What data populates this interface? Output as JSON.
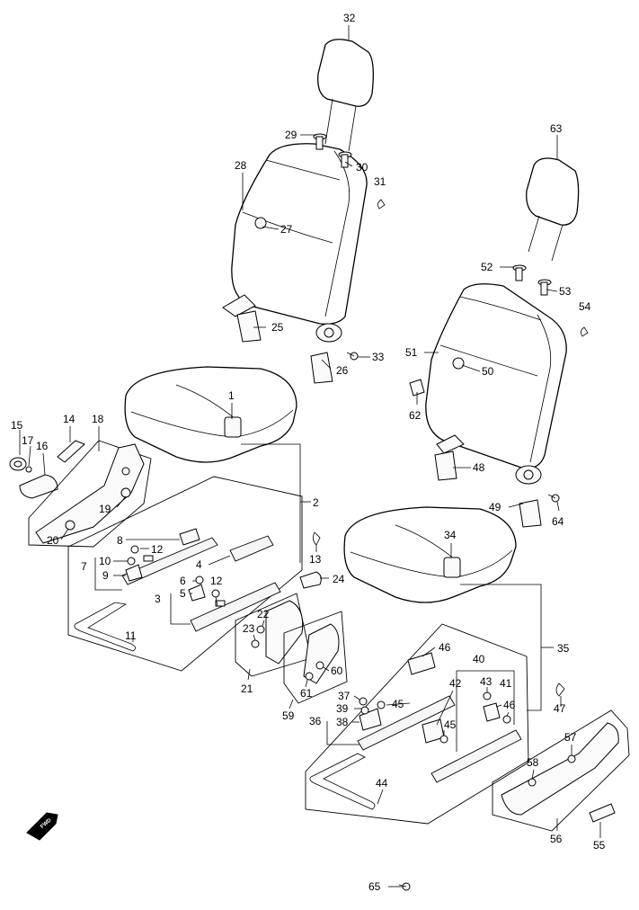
{
  "diagram": {
    "callouts": {
      "c1": "1",
      "c2": "2",
      "c3": "3",
      "c4": "4",
      "c5": "5",
      "c6": "6",
      "c7": "7",
      "c8": "8",
      "c9": "9",
      "c10": "10",
      "c11": "11",
      "c12a": "12",
      "c12b": "12",
      "c13": "13",
      "c14": "14",
      "c15": "15",
      "c16": "16",
      "c17": "17",
      "c18": "18",
      "c19": "19",
      "c20": "20",
      "c21": "21",
      "c22": "22",
      "c23": "23",
      "c24": "24",
      "c25": "25",
      "c26": "26",
      "c27": "27",
      "c28": "28",
      "c29": "29",
      "c30": "30",
      "c31": "31",
      "c32": "32",
      "c33": "33",
      "c34": "34",
      "c35": "35",
      "c36": "36",
      "c37": "37",
      "c38": "38",
      "c39": "39",
      "c40": "40",
      "c41": "41",
      "c42": "42",
      "c43": "43",
      "c44": "44",
      "c45a": "45",
      "c45b": "45",
      "c46a": "46",
      "c46b": "46",
      "c47": "47",
      "c48": "48",
      "c49": "49",
      "c50": "50",
      "c51": "51",
      "c52": "52",
      "c53": "53",
      "c54": "54",
      "c55": "55",
      "c56": "56",
      "c57": "57",
      "c58": "58",
      "c59": "59",
      "c60": "60",
      "c61": "61",
      "c62": "62",
      "c63": "63",
      "c64": "64",
      "c65": "65"
    },
    "fwd_label": "FWD"
  }
}
